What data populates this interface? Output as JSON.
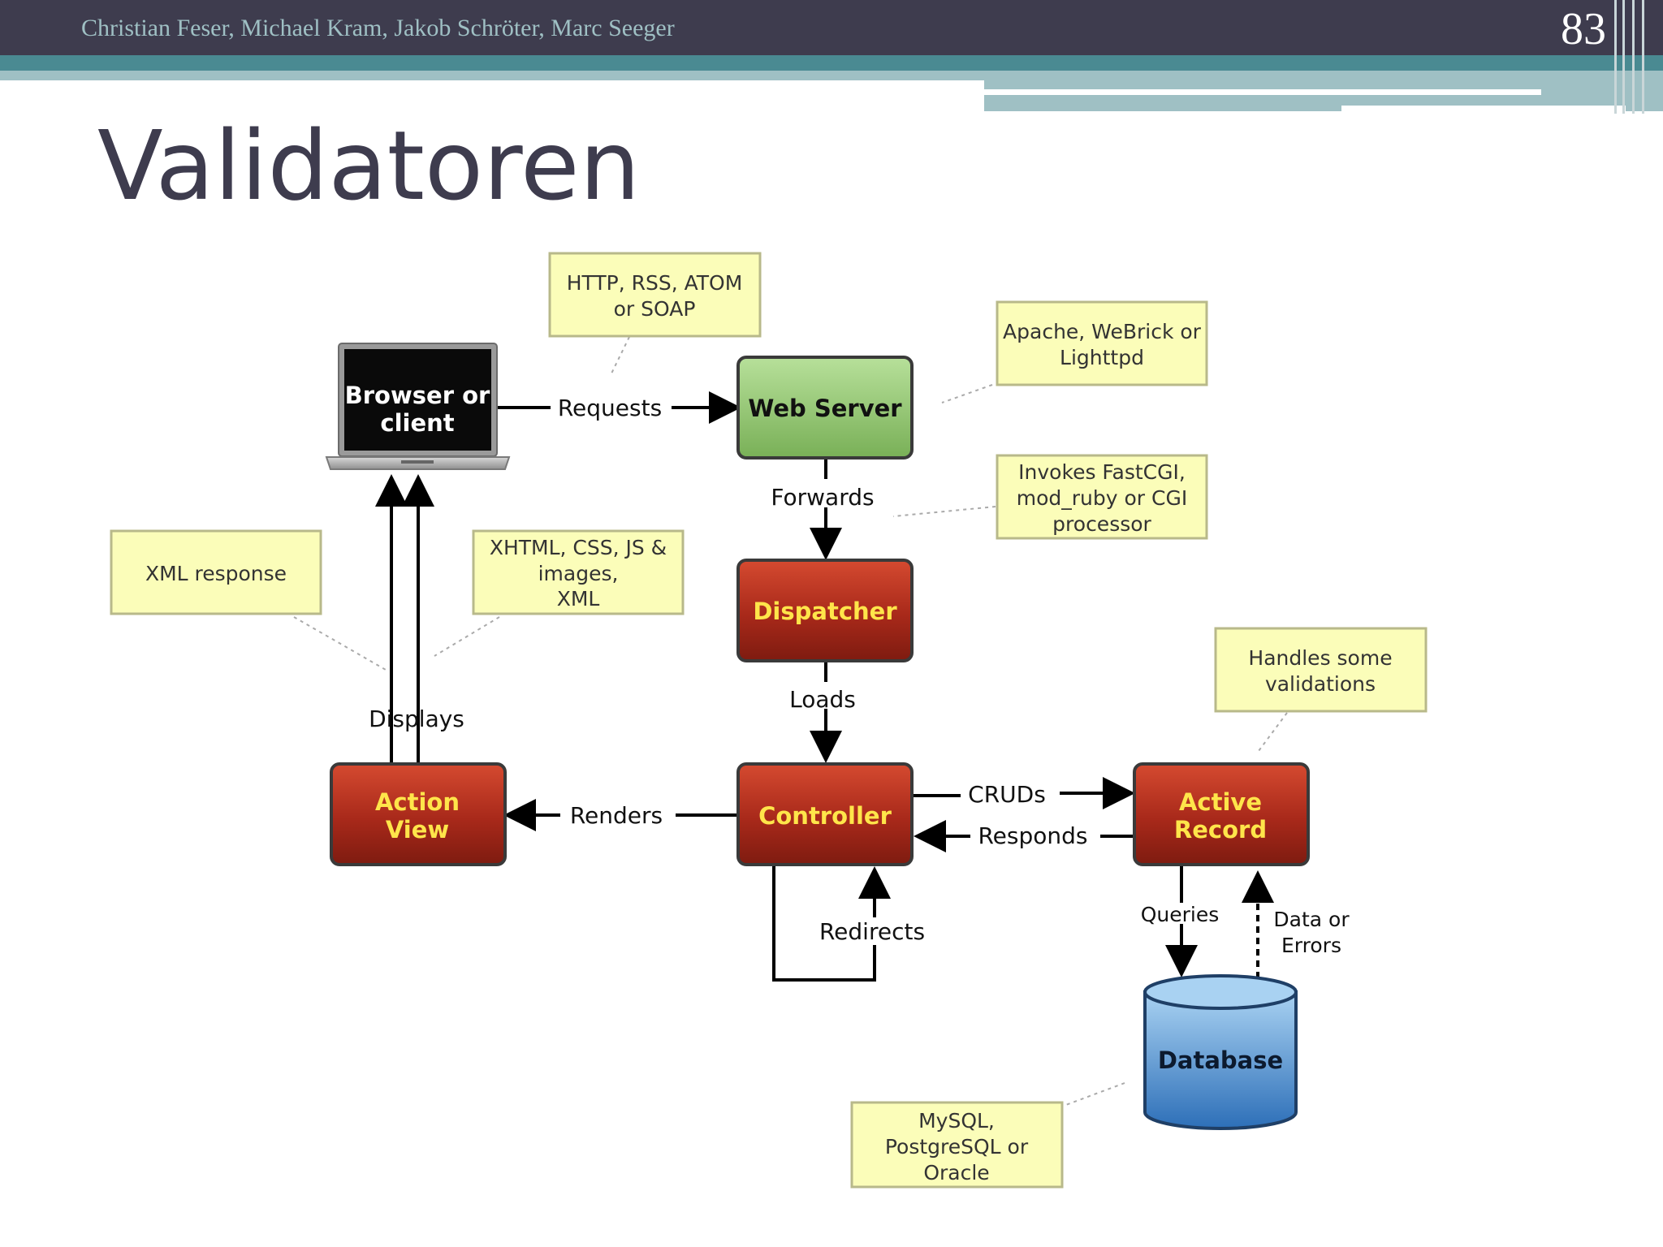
{
  "header": {
    "authors": "Christian Feser, Michael Kram, Jakob Schröter, Marc Seeger",
    "slide_number": "83"
  },
  "title": "Validatoren",
  "diagram": {
    "nodes": {
      "browser": "Browser or client",
      "web_server": "Web Server",
      "dispatcher": "Dispatcher",
      "controller": "Controller",
      "action_view": "Action View",
      "active_record": "Active Record",
      "database": "Database"
    },
    "edges": {
      "requests": "Requests",
      "forwards": "Forwards",
      "loads": "Loads",
      "renders": "Renders",
      "displays": "Displays",
      "cruds": "CRUDs",
      "responds": "Responds",
      "redirects": "Redirects",
      "queries": "Queries",
      "data_or_errors": "Data or Errors"
    },
    "notes": {
      "http": "HTTP, RSS, ATOM or SOAP",
      "apache": "Apache, WeBrick or Lighttpd",
      "fastcgi": "Invokes FastCGI, mod_ruby or CGI processor",
      "xml_response": "XML response",
      "xhtml": "XHTML, CSS, JS & images, XML",
      "validations": "Handles some validations",
      "mysql": "MySQL, PostgreSQL or Oracle"
    },
    "colors": {
      "red_box": "#a8291a",
      "red_text": "#ffe54a",
      "green_box": "#8ec46d",
      "note_fill": "#fbfdb9",
      "database_fill": "#4f92d4"
    }
  }
}
